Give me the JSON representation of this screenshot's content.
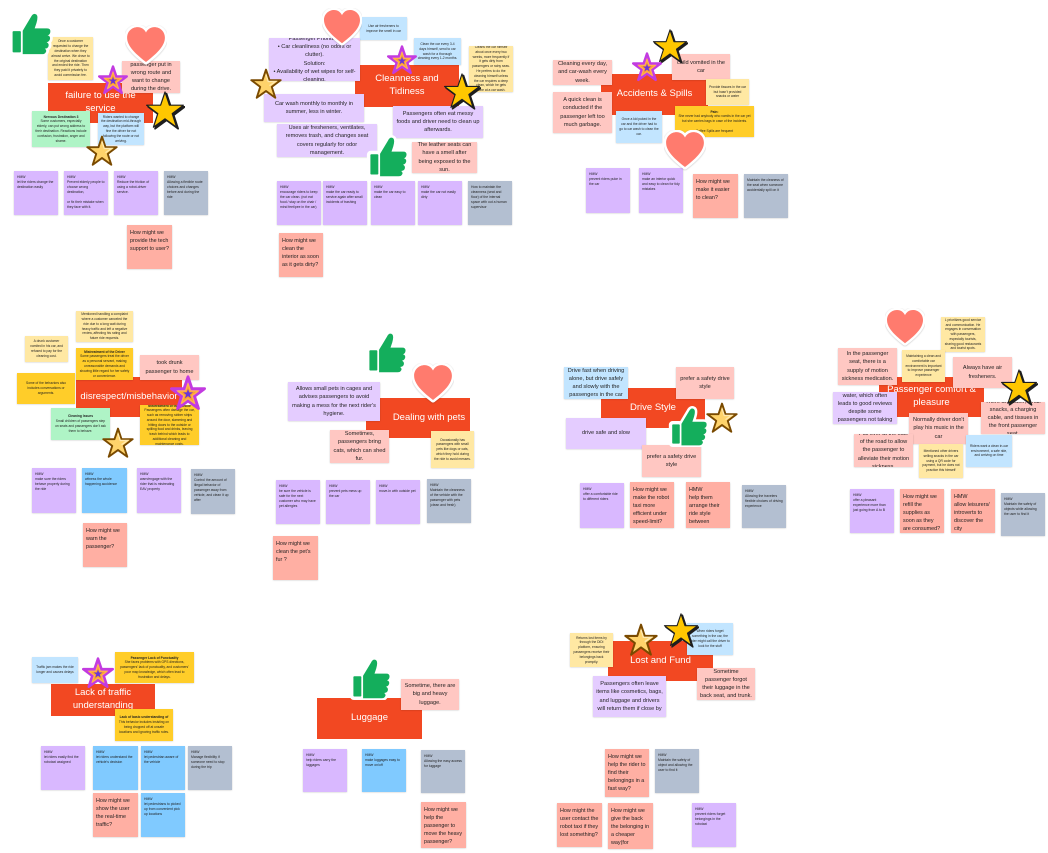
{
  "colors": {
    "header": "#F24822",
    "pink": "#FFC7C2",
    "light_purple": "#E4CCFF",
    "sticky_purple": "#D9B8FF",
    "blue": "#C2E5FF",
    "sticky_blue": "#80CAFF",
    "yellow": "#FFE8A3",
    "gold": "#FFCD29",
    "green": "#AFF4C6",
    "gray": "#B3BFD1",
    "salmon": "#FFAFA3"
  },
  "clusters": [
    {
      "title": "failure to use the service",
      "stickers": [
        "thumbs-up",
        "heart",
        "purple-star",
        "gold-star",
        "pale-star"
      ],
      "notes": [
        {
          "text": "Once a customer requested to change the destination when they almost arrive. We drove to the original destination and ended the ride. Then they paid it privately to avoid commission fee."
        },
        {
          "text": "passenger put in wrong route and want to change during the drive."
        },
        {
          "title": "Nervous Destination 3",
          "text": "Some customers, especially elderly, can put wrong address to their destination. Reactions include confusion, frustration, anger and shame."
        },
        {
          "text": "Riders wanted to change the destination mid-through way, but the platform will fine the driver for not following the route or not arriving."
        },
        {
          "text": "HMW\nlet the riders change the destination easily"
        },
        {
          "text": "HMW\nPrevent elderly people to choose wrong destination,\n\nor fix their mistake when they face with it."
        },
        {
          "text": "HMW\nReduce the friction of using a robot-driver service."
        },
        {
          "text": "HMW\nAllowing a flexible route choices and changes before and during the ride"
        },
        {
          "text": "How might we provide the tech support to user?"
        }
      ]
    },
    {
      "title": "Cleanness and Tidiness",
      "stickers": [
        "heart",
        "purple-star",
        "pale-star",
        "gold-star",
        "thumbs-up"
      ],
      "notes": [
        {
          "text": "Use air fresheners to improve the smell in car"
        },
        {
          "text": "Passenger Priorities:\n• Car cleanliness (no odors or clutter).\nSolution:\n• Availability of wet wipes for self-cleaning."
        },
        {
          "text": "Clean the car every 3-4 days himself, send to car wash for a thorough cleaning every 1-2 months."
        },
        {
          "text": "Cleans the car himself about once every two weeks, more frequently if it gets dirty from passengers or rainy seas. He prefers to do the cleaning himself unless the car requires a deep clean, which he gets done at a car wash."
        },
        {
          "text": "Car wash monthly to monthly in summer, less in winter."
        },
        {
          "text": "Passengers often eat messy foods and driver need to clean up afterwards."
        },
        {
          "text": "Uses air fresheners, ventilates, removes trash, and changes seat covers regularly for odor management."
        },
        {
          "text": "The leather seats can have a smell after being exposed to the sun."
        },
        {
          "text": "HMW\nencourage riders to keep the car clean. (not eat food / stay on the chair / mind feet/pee in the car)"
        },
        {
          "text": "HMW\nmake the car ready to service again after small incidents of trashing"
        },
        {
          "text": "HMW\nmake the car easy to clean"
        },
        {
          "text": "HMW\nmake the car not easily dirty"
        },
        {
          "text": "How to maintain the cleanness (seat and floor) of the internal space with out a human supervisor"
        },
        {
          "text": "How might we clean the interior as soon as it gets dirty?"
        }
      ]
    },
    {
      "title": "Accidents & Spills",
      "stickers": [
        "gold-star",
        "purple-star",
        "heart"
      ],
      "notes": [
        {
          "text": "Cleaning every day, and car-wash every week."
        },
        {
          "text": "child vomited in the car"
        },
        {
          "text": "Provide tissues in the car but hasn't provided snacks or water"
        },
        {
          "text": "A quick clean is conducted if the passenger left too much garbage."
        },
        {
          "text": "Once a kid puked in the car and the driver had to go to car wash to clean the car."
        },
        {
          "title": "Pain:",
          "text": "She never had anybody who vomits in the car yet but she carries bags in case of the incidents.\n\nCoffee Spills are frequent"
        },
        {
          "text": "HMW\nprevent riders puke in the car"
        },
        {
          "text": "HMW\nmake an interior quick and easy to clean for tidy mistakes"
        },
        {
          "text": "How might we make it easier to clean?"
        },
        {
          "text": "Maintain the cleaness of the seat when someone accidentally spill on it"
        }
      ]
    },
    {
      "title": "disrespect/misbehavior",
      "stickers": [
        "purple-star",
        "pale-star"
      ],
      "notes": [
        {
          "text": "Mentioned handling a complaint where a customer canceled the ride due to a long wait during heavy traffic and left a negative review, affecting his rating and future ride requests."
        },
        {
          "text": "A drunk customer vomited in his car, and refused to pay for the cleaning cost."
        },
        {
          "title": "Mistreatment of the Driver",
          "text": "Some passengers treat the driver as a personal servant, making unreasonable demands and showing little regard for her safety or convenience."
        },
        {
          "text": "took drunk passenger to home"
        },
        {
          "text": "Some of the behaviors also includes conversations or arguments."
        },
        {
          "title": "Cleaning Issues",
          "text": "Small children of passengers step on seats and passengers don't ask them to behave."
        },
        {
          "title": "Mistreatment of the Vehicle",
          "text": "Passengers often damage the car, such as removing rubber strips around the door, slamming and hitting doors to the outside or spilling food and drinks, leaving trash behind which leads to additional cleaning and maintenance costs."
        },
        {
          "text": "HMW\nmake sure the riders behave properly during the ride"
        },
        {
          "text": "HMW\nwitness the whole happening accidence"
        },
        {
          "text": "HMW\nwarn/engage with the rider that is mistreating EAV property"
        },
        {
          "text": "HMW\nControl the amount of illegal behavior of passenger away from vehicle, and clean it up after"
        },
        {
          "text": "How might we warn the passenger?"
        }
      ]
    },
    {
      "title": "Dealing with pets",
      "stickers": [
        "thumbs-up",
        "heart"
      ],
      "notes": [
        {
          "text": "Allows small pets in cages and advises passengers to avoid making a mess for the next rider's hygiene."
        },
        {
          "text": "Sometimes, passengers bring cats, which can shed fur."
        },
        {
          "text": "Occasionally has passengers with small pets like dogs or cats, which they hold during the ride to avoid messes."
        },
        {
          "text": "HMW\nbe sure the vehicle is safe for the next customer who may have pet allergies"
        },
        {
          "text": "HMW\nprevent pets mess up the car"
        },
        {
          "text": "HMW\nmove-in with outside pet"
        },
        {
          "text": "HMW\nMaintain the cleanness of the vehicle with the passenger with pets (clean and fresh)"
        },
        {
          "text": "How might we clean the pet's fur ?"
        }
      ]
    },
    {
      "title": "Drive Style",
      "stickers": [
        "thumbs-up",
        "pale-star"
      ],
      "notes": [
        {
          "text": "Drive fast when driving alone, but drive safely and slowly with the passengers in the car"
        },
        {
          "text": "prefer a safety drive style"
        },
        {
          "text": "drive safe and slow"
        },
        {
          "text": "prefer a safety drive style"
        },
        {
          "text": "HMW\noffer a comfortable ride to different riders"
        },
        {
          "text": "How might we make the robot taxi more efficient under speed-limit?"
        },
        {
          "text": "HMW\nhelp them arrange their ride style between comfort-speed"
        },
        {
          "text": "HMW\nAllowing the travelers flexible choices of driving experience"
        }
      ]
    },
    {
      "title": "Passenger comfort & pleasure",
      "stickers": [
        "heart",
        "gold-star"
      ],
      "notes": [
        {
          "text": "L prioritizes good service and communication. He engages in conversation with passengers, especially tourists, sharing good restaurants and tourist spots."
        },
        {
          "text": "In the passenger seat, there is a supply of motion sickness medication."
        },
        {
          "text": "Maintaining a clean and comfortable car environment is important to improve passenger experience"
        },
        {
          "text": "Always have air fresheners."
        },
        {
          "text": "Offers free bottled water, which often leads to good reviews despite some passengers not taking it."
        },
        {
          "text": "There are water, small snacks, a charging cable, and tissues in the front passenger seat."
        },
        {
          "text": "Normally driver don't play his music in the car"
        },
        {
          "text": "Pull over at the side of the road to allow the passenger to alleviate their motion sickness."
        },
        {
          "text": "Riders want a clean in-car environment, a safe ride, and arriving on time"
        },
        {
          "text": "Mentioned other drivers selling snacks in the car using a QR code for payment, but he does not practice this himself"
        },
        {
          "text": "HMW\noffer a pleasant experience more than just going from A to B"
        },
        {
          "text": "How might we refill the supplies as soon as they are consumed?"
        },
        {
          "text": "HMW\nallow leisurers/ introverts to discover the city"
        },
        {
          "text": "HMW\nMaintain the safety of objects while allowing the user to find it"
        }
      ]
    },
    {
      "title": "Lack of traffic understanding",
      "stickers": [
        "purple-star"
      ],
      "notes": [
        {
          "text": "Traffic jam makes the ride longer and causes delays"
        },
        {
          "title": "Passenger Lack of Punctuality",
          "text": "She faces problems with GPS directions, passengers' lack of punctuality, and customers' poor map knowledge, which often lead to frustration and delays."
        },
        {
          "title": "Lack of basic understanding of",
          "text": "This behavior includes insisting on being dropped off at unsafe locations and ignoring traffic rules."
        },
        {
          "text": "HMW\nlet riders easily find the robotaxi assigned"
        },
        {
          "text": "HMW\nlet riders understand the vehicle's decision"
        },
        {
          "text": "HMW\nlet pedestrian aware of the vehicle"
        },
        {
          "text": "HMW\nManage flexibility if someone need to stop during the trip"
        },
        {
          "text": "How might we show the user the real-time traffic?"
        },
        {
          "text": "HMW\nlet pedestrians to picked up from convenient pick up locations"
        }
      ]
    },
    {
      "title": "Luggage",
      "stickers": [
        "thumbs-up"
      ],
      "notes": [
        {
          "text": "Sometime, there are big and heavy luggage."
        },
        {
          "text": "HMW\nhelp riders carry the luggages"
        },
        {
          "text": "HMW\nmake luggages easy to move on/off"
        },
        {
          "text": "HMW\nAllowing the easy access for luggage"
        },
        {
          "text": "How might we help the passenger to move the heavy passenger?"
        }
      ]
    },
    {
      "title": "Lost and Fund",
      "stickers": [
        "pale-star",
        "gold-star"
      ],
      "notes": [
        {
          "text": "Returns lost items by through the DiDi platform, ensuring passengers receive their belongings back promptly."
        },
        {
          "text": "When riders forget something in the car, the rider might call the driver to look for the stuff"
        },
        {
          "text": "Sometime passenger forgot their luggage in the back seat, and trunk."
        },
        {
          "text": "Passengers often leave items like cosmetics, bags, and luggage and drivers will return them if close by"
        },
        {
          "text": "How might we help the rider to find their belongings in a fast way?"
        },
        {
          "text": "HMW\nMaintain the safety of object and allowing the user to find it"
        },
        {
          "text": "How might the user contact the robot taxi if they lost something?"
        },
        {
          "text": "How might we give the back the belonging in a cheaper way(for company)?"
        },
        {
          "text": "HMW\nprevent riders forget belongings in the robotaxi"
        }
      ]
    }
  ]
}
